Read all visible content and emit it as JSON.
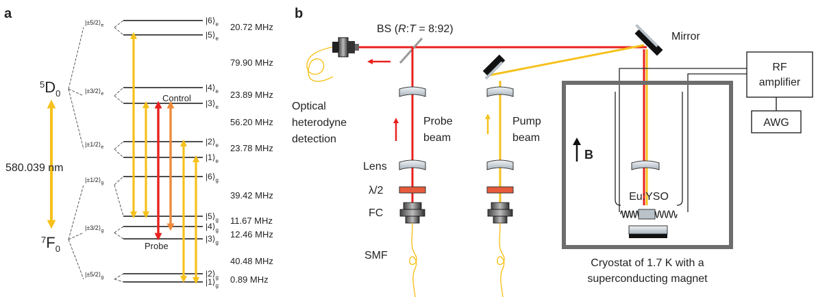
{
  "panels": {
    "a": "a",
    "b": "b"
  },
  "colors": {
    "probe": "#e8211e",
    "pump": "#f6c11c",
    "control": "#f08a3c",
    "line": "#111111",
    "gray": "#777777",
    "lens": "#cbd3da"
  },
  "panel_a": {
    "manifold_excited": "5D0",
    "manifold_ground": "7F0",
    "optical_wavelength": "580.039 nm",
    "excited_groups": [
      {
        "label": "|±5/2⟩",
        "sub": "e"
      },
      {
        "label": "|±3/2⟩",
        "sub": "e"
      },
      {
        "label": "|±1/2⟩",
        "sub": "e"
      }
    ],
    "ground_groups": [
      {
        "label": "|±1/2⟩",
        "sub": "g"
      },
      {
        "label": "|±3/2⟩",
        "sub": "g"
      },
      {
        "label": "|±5/2⟩",
        "sub": "g"
      }
    ],
    "levels": [
      {
        "label": "|6⟩",
        "sub": "e"
      },
      {
        "label": "|5⟩",
        "sub": "e"
      },
      {
        "label": "|4⟩",
        "sub": "e"
      },
      {
        "label": "|3⟩",
        "sub": "e"
      },
      {
        "label": "|2⟩",
        "sub": "e"
      },
      {
        "label": "|1⟩",
        "sub": "e"
      },
      {
        "label": "|6⟩",
        "sub": "g"
      },
      {
        "label": "|5⟩",
        "sub": "g"
      },
      {
        "label": "|4⟩",
        "sub": "g"
      },
      {
        "label": "|3⟩",
        "sub": "g"
      },
      {
        "label": "|2⟩",
        "sub": "g"
      },
      {
        "label": "|1⟩",
        "sub": "g"
      }
    ],
    "splittings": [
      "20.72 MHz",
      "79.90 MHz",
      "23.89 MHz",
      "56.20 MHz",
      "23.78 MHz",
      "39.42 MHz",
      "11.67 MHz",
      "12.46 MHz",
      "40.48 MHz",
      "0.89 MHz"
    ],
    "control_label": "Control",
    "probe_label": "Probe"
  },
  "panel_b": {
    "bs_label": "BS (R:T = 8:92)",
    "mirror_label": "Mirror",
    "rf_amplifier_lines": [
      "RF",
      "amplifier"
    ],
    "awg_label": "AWG",
    "detection_lines": [
      "Optical",
      "heterodyne",
      "detection"
    ],
    "probe_beam_lines": [
      "Probe",
      "beam"
    ],
    "pump_beam_lines": [
      "Pump",
      "beam"
    ],
    "lens_label": "Lens",
    "halfwave_label": "λ/2",
    "fc_label": "FC",
    "smf_label": "SMF",
    "field_label": "B",
    "crystal_label": "Eu:YSO",
    "cryostat_lines": [
      "Cryostat of 1.7 K with a",
      "superconducting magnet"
    ]
  }
}
